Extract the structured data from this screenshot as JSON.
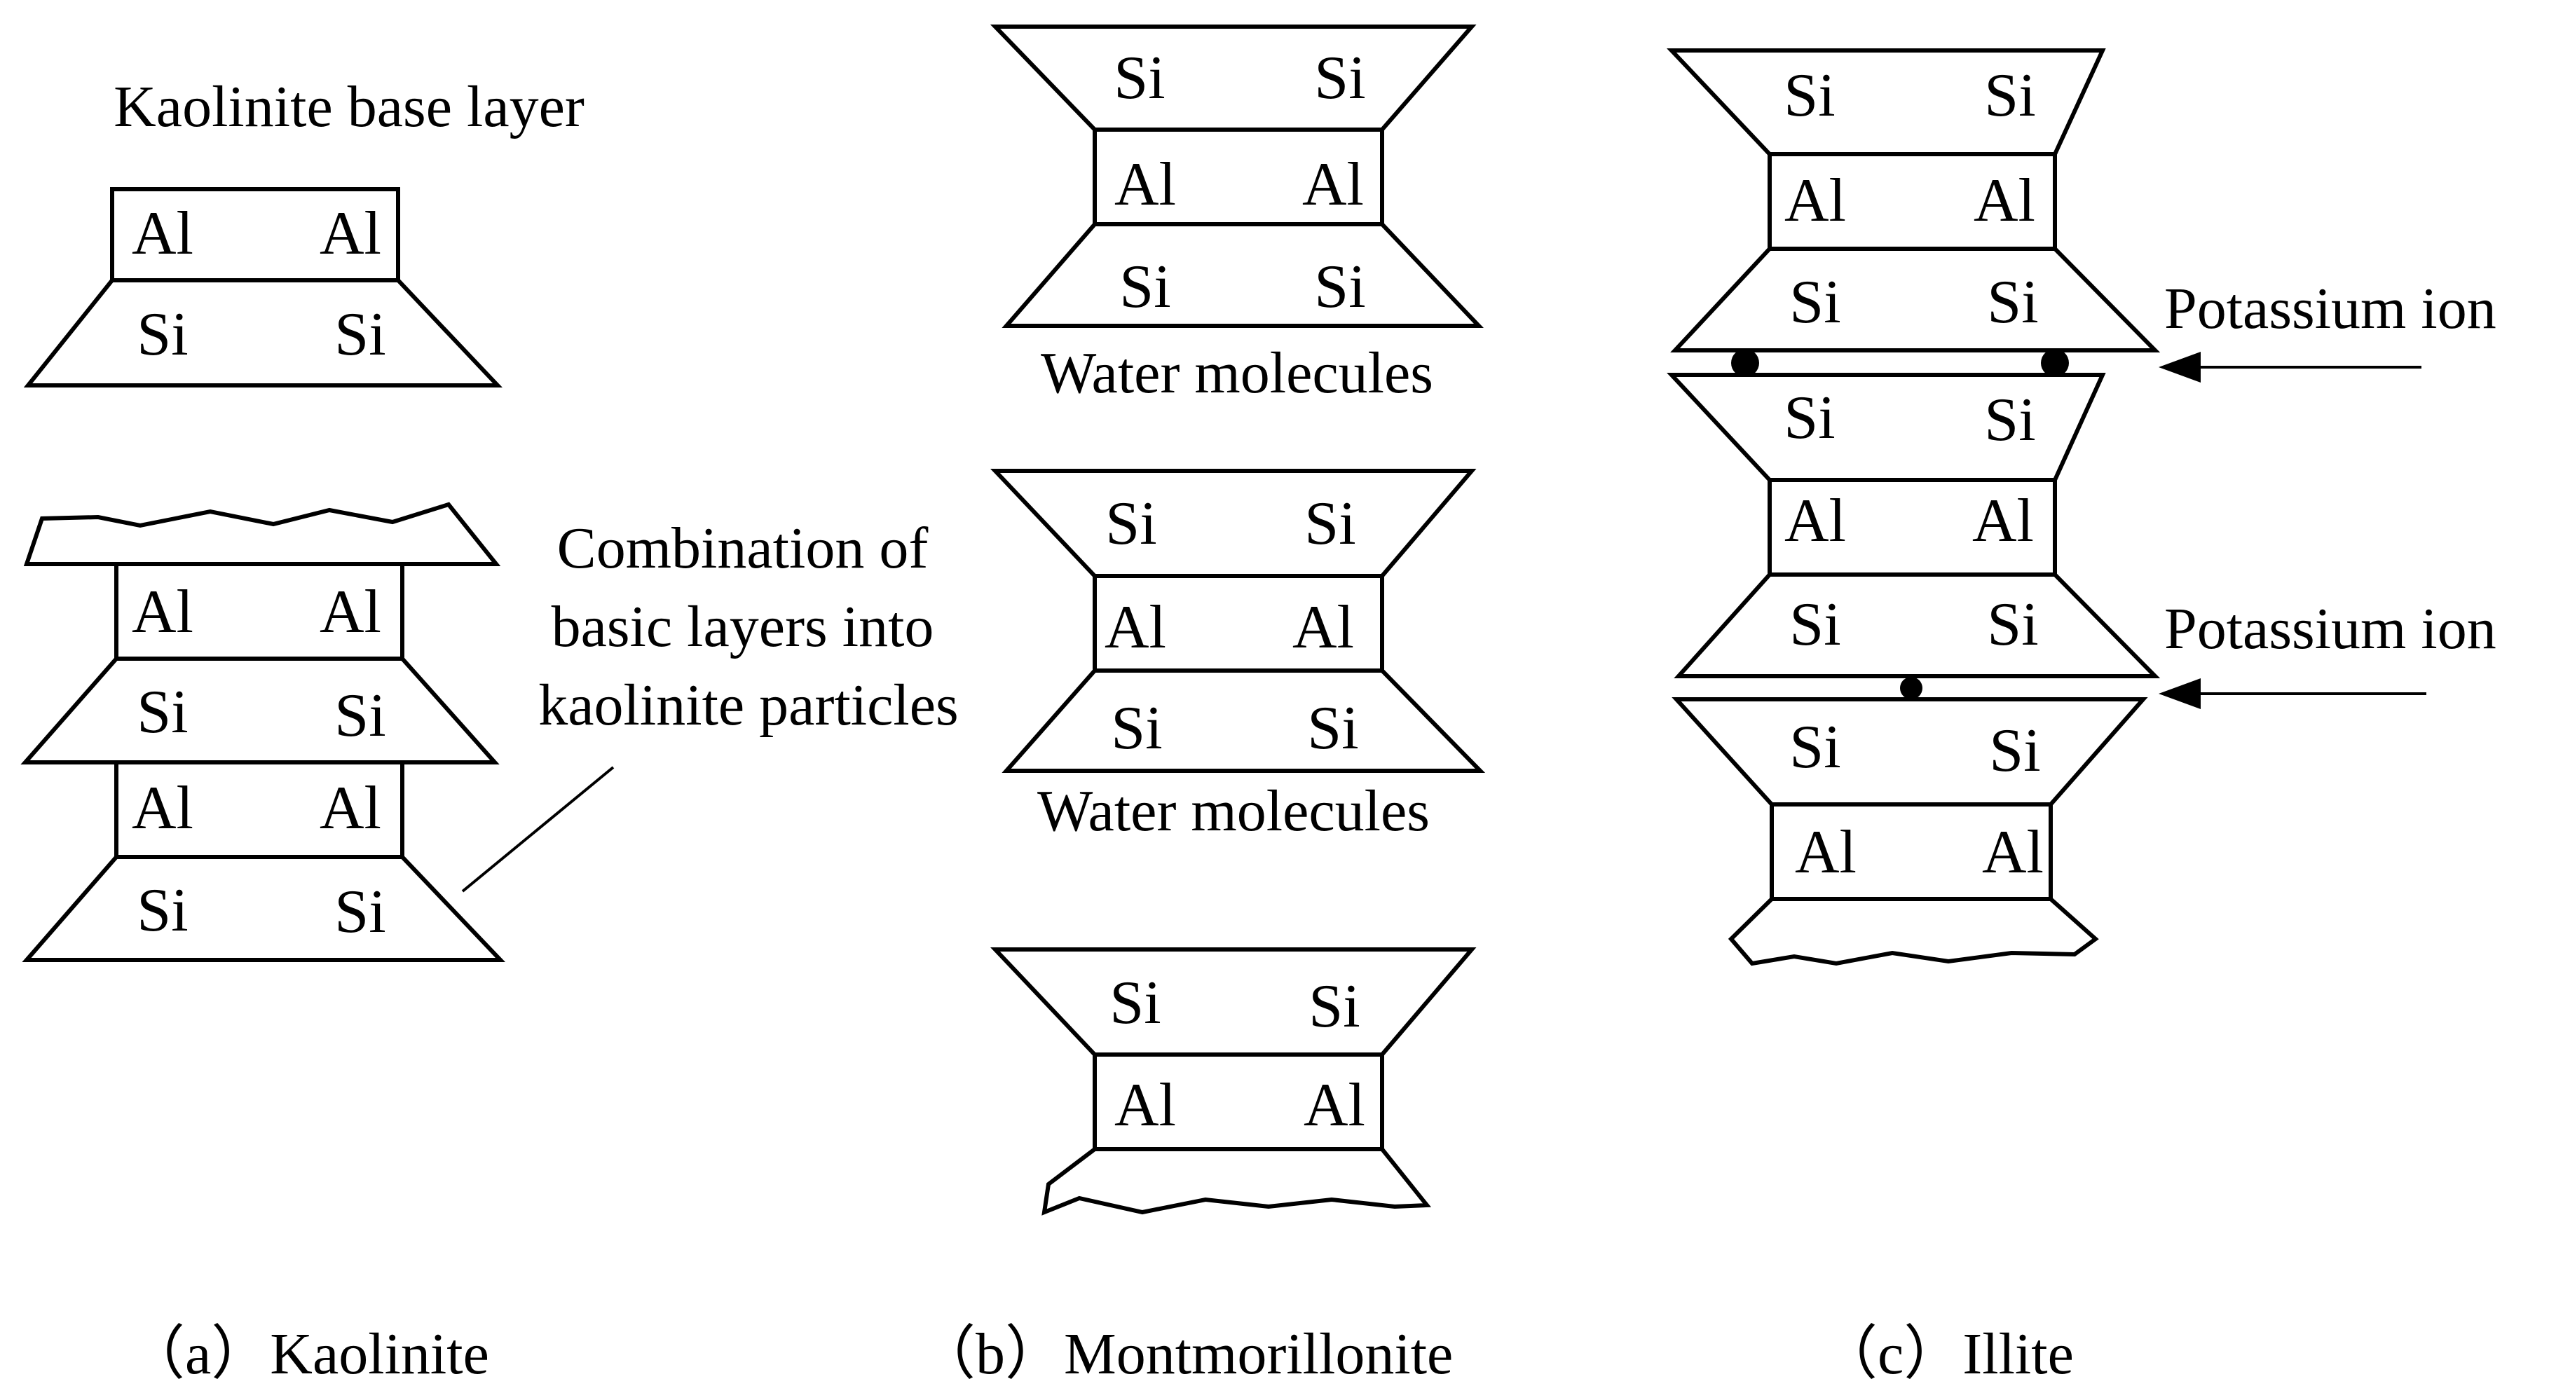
{
  "elements": {
    "al": "Al",
    "si": "Si"
  },
  "kaolinite": {
    "base_layer_label": "Kaolinite base layer",
    "combination_label": [
      "Combination of",
      "basic layers into",
      "kaolinite particles"
    ],
    "caption": "（a）Kaolinite"
  },
  "montmorillonite": {
    "water_label": "Water molecules",
    "caption": "（b）Montmorillonite"
  },
  "illite": {
    "potassium_label": "Potassium ion",
    "caption": "（c）Illite"
  },
  "colors": {
    "stroke": "#000000",
    "fill": "#ffffff"
  }
}
